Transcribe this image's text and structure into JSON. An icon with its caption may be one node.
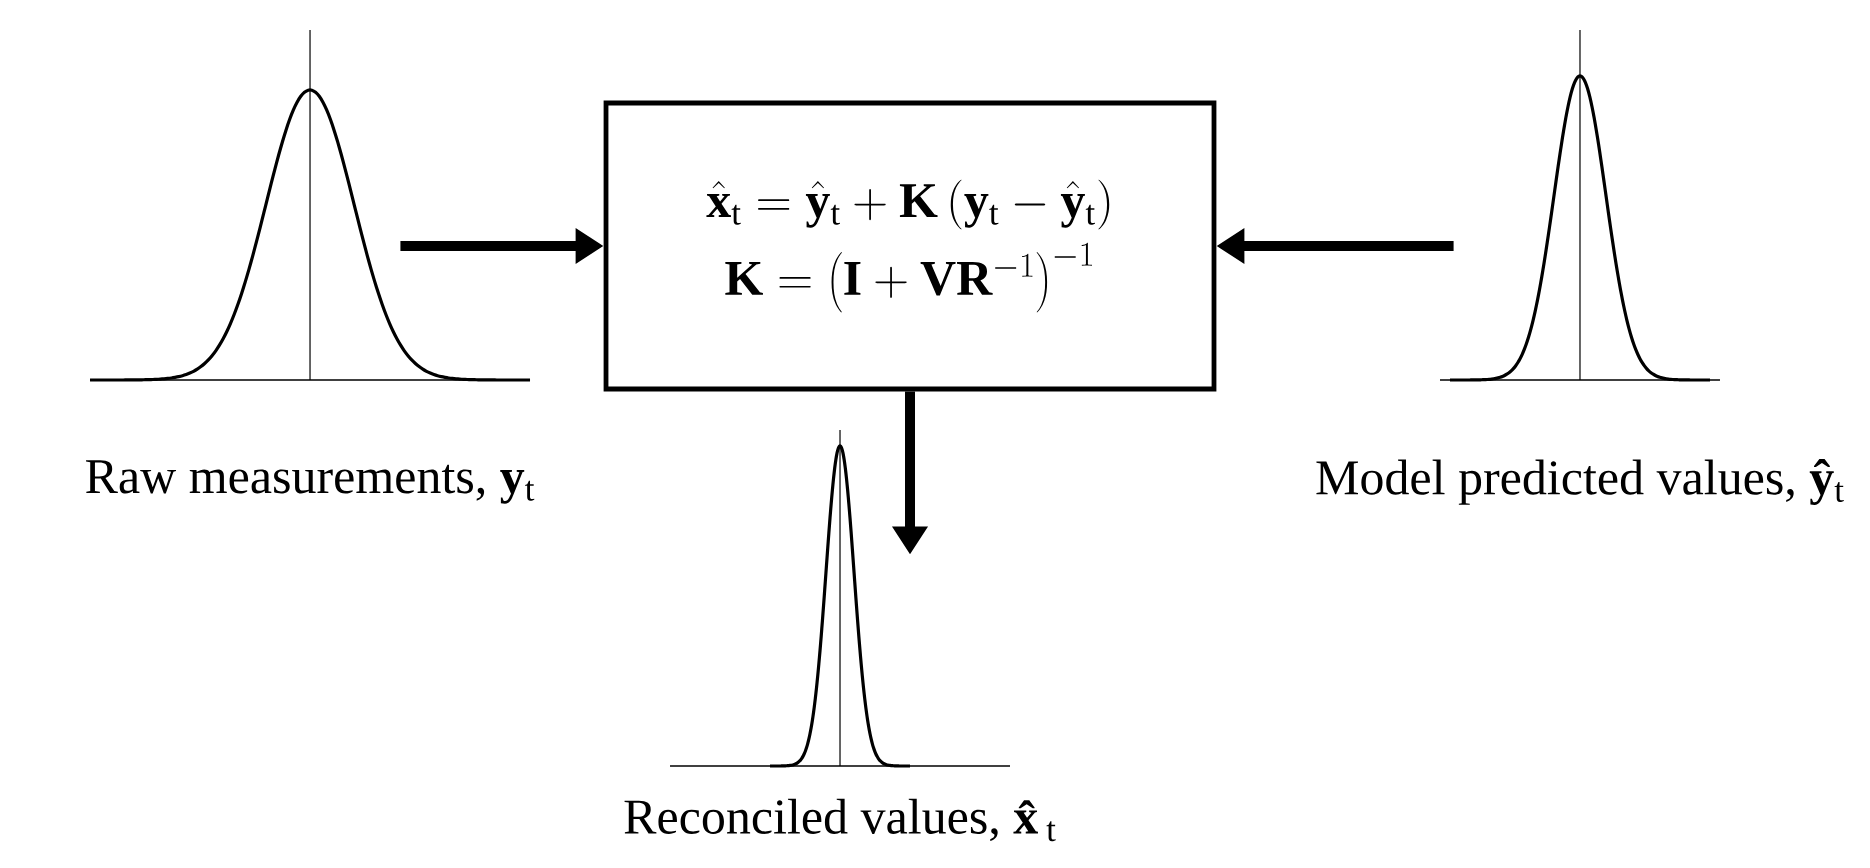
{
  "diagram": {
    "nodes": [
      {
        "text": [
          "Raw measurements, **y**$_{t}$"
        ]
      },
      {
        "text": [
          "\\hat{\\mathbf{x}}_{\\mathrm{t}}=\\hat{\\mathbf{y}}_{\\mathrm{t}}+\\mathbf{K}\\left(\\mathbf{y}_{\\mathrm{t}}-\\hat{\\mathbf{y}}_{\\mathrm{t}}\\right)",
          "\\mathbf{K}=\\left(\\mathbf{I}+\\mathbf{V}\\mathbf{R}^{-1}\\right)^{-1}"
        ]
      },
      {
        "text": [
          "Model predicted values, **ŷ**$_{t}$"
        ]
      },
      {
        "text": [
          "Reconciled values, **x̂**$_{t}$"
        ]
      }
    ],
    "edges": [
      {
        "from": 0,
        "to": 1,
        "arrow": "to"
      },
      {
        "from": 2,
        "to": 1,
        "arrow": "to"
      },
      {
        "from": 1,
        "to": 3,
        "arrow": "to"
      }
    ]
  }
}
